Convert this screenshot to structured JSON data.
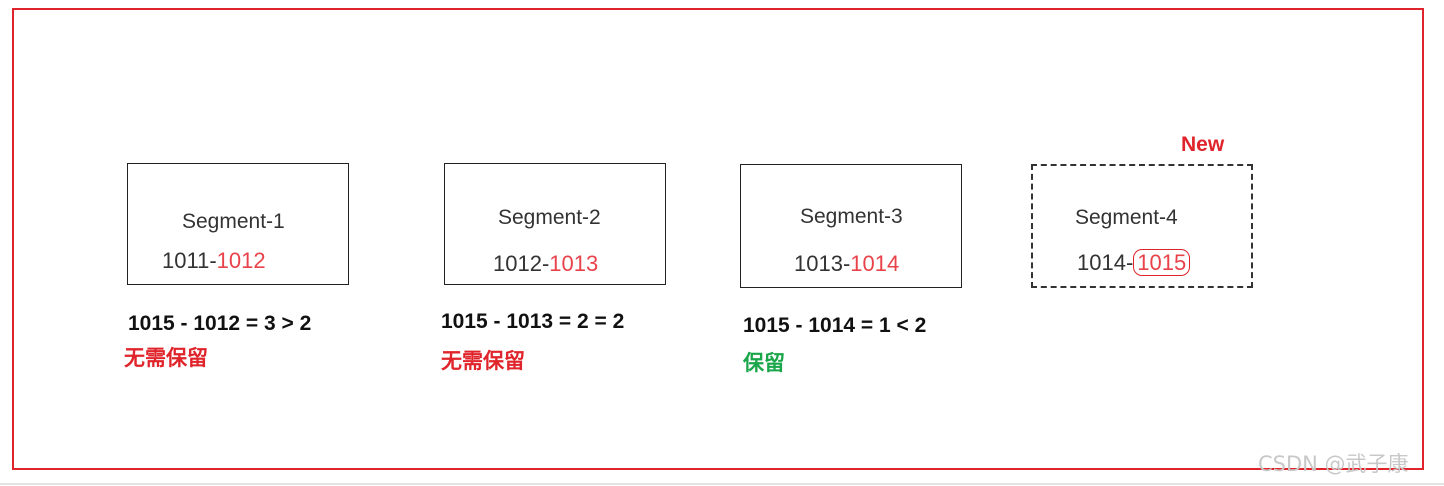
{
  "segments": [
    {
      "name": "Segment-1",
      "start": "1011",
      "sep": "-",
      "end": "1012",
      "formula": "1015 - 1012 = 3 > 2",
      "status": "无需保留"
    },
    {
      "name": "Segment-2",
      "start": "1012",
      "sep": "-",
      "end": "1013",
      "formula": "1015 - 1013 = 2 = 2",
      "status": "无需保留"
    },
    {
      "name": "Segment-3",
      "start": "1013",
      "sep": "-",
      "end": "1014",
      "formula": "1015 - 1014 = 1 < 2",
      "status": "保留"
    },
    {
      "name": "Segment-4",
      "start": "1014",
      "sep": "-",
      "end": "1015"
    }
  ],
  "new_label": "New",
  "watermark": "CSDN @武子康",
  "colors": {
    "discard": "#e0242b",
    "keep": "#1aa64a",
    "frame": "#e0242b"
  }
}
